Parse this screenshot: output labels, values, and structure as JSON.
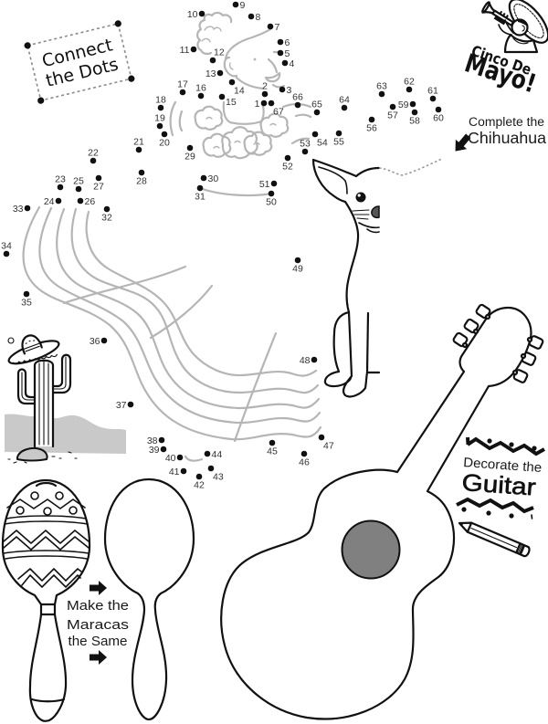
{
  "title_box": {
    "line1": "Connect",
    "line2": "the Dots"
  },
  "banner": {
    "line1": "Cinco De",
    "line2": "Mayo!"
  },
  "prompts": {
    "chihuahua": {
      "line1": "Complete the",
      "line2": "Chihuahua"
    },
    "maracas": {
      "line1": "Make the",
      "line2": "Maracas",
      "line3": "the Same"
    },
    "guitar": {
      "line1": "Decorate the",
      "line2": "Guitar"
    }
  },
  "dots": {
    "labels": [
      "1",
      "2",
      "3",
      "4",
      "5",
      "6",
      "7",
      "8",
      "9",
      "10",
      "11",
      "12",
      "13",
      "14",
      "15",
      "16",
      "17",
      "18",
      "19",
      "20",
      "21",
      "22",
      "23",
      "24",
      "25",
      "26",
      "27",
      "28",
      "29",
      "30",
      "31",
      "32",
      "33",
      "34",
      "35",
      "36",
      "37",
      "38",
      "39",
      "40",
      "41",
      "42",
      "43",
      "44",
      "45",
      "46",
      "47",
      "48",
      "49",
      "50",
      "51",
      "52",
      "53",
      "54",
      "55",
      "56",
      "57",
      "58",
      "59",
      "60",
      "61",
      "62",
      "63",
      "64",
      "65",
      "66",
      "67"
    ]
  },
  "illustrations": {
    "dot_to_dot_figure": "folklorico-dancer-guide-lines",
    "top_right": "mariachi-trumpeter",
    "center_right": "half-chihuahua",
    "left": "cactus-with-sombrero",
    "bottom_left": [
      "decorated-maraca",
      "blank-maraca"
    ],
    "bottom_right": "guitar",
    "accessory": "pencil",
    "pointers": [
      "arrow-down-left",
      "arrow-right",
      "arrow-right"
    ]
  },
  "colors": {
    "ink": "#111111",
    "guide_line": "#b5b5b5",
    "dashed_border": "#8a8a8a",
    "sound_hole": "#808080",
    "ground": "#c9c9c9",
    "label_text": "#333333",
    "paper": "#ffffff"
  }
}
